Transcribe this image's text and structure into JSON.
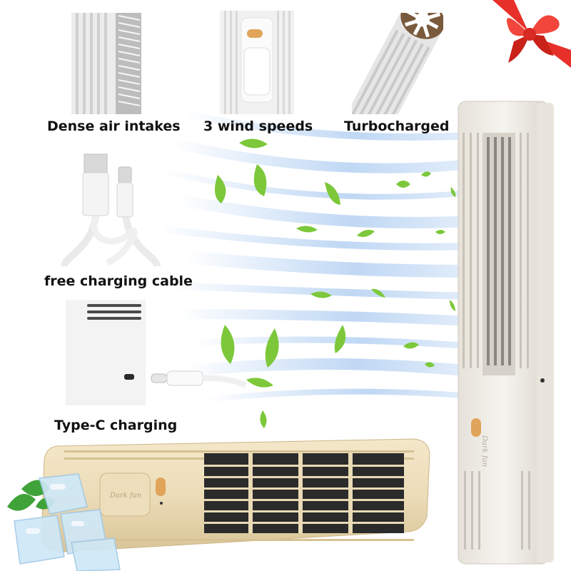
{
  "features": [
    {
      "label": "Dense air intakes"
    },
    {
      "label": "3 wind speeds"
    },
    {
      "label": "Turbocharged"
    },
    {
      "label": "free charging cable"
    },
    {
      "label": "Type-C charging"
    }
  ],
  "product_logo_text": "Dark fan",
  "colors": {
    "tower_body": "#f1eee8",
    "desk_body": "#ecdcb8",
    "accent_button": "#e0a45a",
    "airflow": "#4a8fe0",
    "leaf": "#7cc83a",
    "ribbon": "#e8302a"
  },
  "icons": [
    "bow-ribbon-icon",
    "leaf-icon",
    "ice-cube-icon",
    "mint-leaf-icon"
  ]
}
